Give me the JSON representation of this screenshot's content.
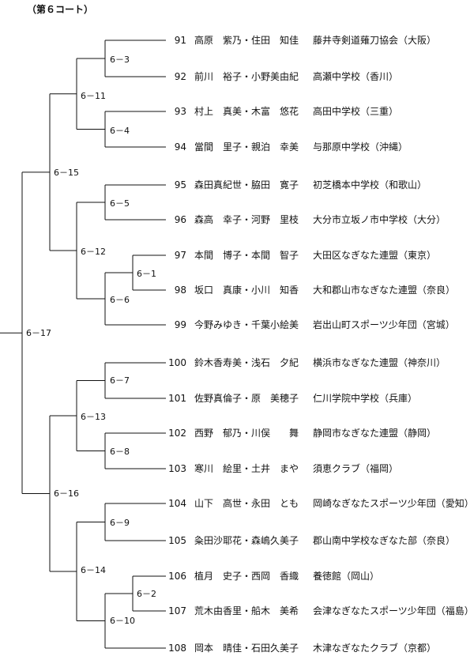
{
  "court_title": "（第６コート）",
  "entries": [
    {
      "number": "91",
      "players": "高原　紫乃・住田　知佳",
      "club": "藤井寺剣道薙刀協会（大阪）"
    },
    {
      "number": "92",
      "players": "前川　裕子・小野美由紀",
      "club": "高瀬中学校（香川）"
    },
    {
      "number": "93",
      "players": "村上　真美・木富　悠花",
      "club": "高田中学校（三重）"
    },
    {
      "number": "94",
      "players": "當間　里子・親泊　幸美",
      "club": "与那原中学校（沖縄）"
    },
    {
      "number": "95",
      "players": "森田真紀世・脇田　寛子",
      "club": "初芝橋本中学校（和歌山）"
    },
    {
      "number": "96",
      "players": "森高　幸子・河野　里枝",
      "club": "大分市立坂ノ市中学校（大分）"
    },
    {
      "number": "97",
      "players": "本間　博子・本間　智子",
      "club": "大田区なぎなた連盟（東京）"
    },
    {
      "number": "98",
      "players": "坂口　真康・小川　知香",
      "club": "大和郡山市なぎなた連盟（奈良）"
    },
    {
      "number": "99",
      "players": "今野みゆき・千葉小絵美",
      "club": "岩出山町スポーツ少年団（宮城）"
    },
    {
      "number": "100",
      "players": "鈴木香寿美・浅石　夕紀",
      "club": "横浜市なぎなた連盟（神奈川）"
    },
    {
      "number": "101",
      "players": "佐野真倫子・原　美穂子",
      "club": "仁川学院中学校（兵庫）"
    },
    {
      "number": "102",
      "players": "西野　郁乃・川俣　　舞",
      "club": "静岡市なぎなた連盟（静岡）"
    },
    {
      "number": "103",
      "players": "寒川　絵里・土井　まや",
      "club": "須恵クラブ（福岡）"
    },
    {
      "number": "104",
      "players": "山下　高世・永田　とも",
      "club": "岡崎なぎなたスポーツ少年団（愛知）"
    },
    {
      "number": "105",
      "players": "粂田沙耶花・森嶋久美子",
      "club": "郡山南中学校なぎなた部（奈良）"
    },
    {
      "number": "106",
      "players": "植月　史子・西岡　香織",
      "club": "養徳館（岡山）"
    },
    {
      "number": "107",
      "players": "荒木由香里・船木　美希",
      "club": "会津なぎなたスポーツ少年団（福島）"
    },
    {
      "number": "108",
      "players": "岡本　晴佳・石田久美子",
      "club": "木津なぎなたクラブ（京都）"
    }
  ],
  "matches": [
    {
      "id": "m1",
      "label": "6－1"
    },
    {
      "id": "m2",
      "label": "6－2"
    },
    {
      "id": "m3",
      "label": "6－3"
    },
    {
      "id": "m4",
      "label": "6－4"
    },
    {
      "id": "m5",
      "label": "6－5"
    },
    {
      "id": "m6",
      "label": "6－6"
    },
    {
      "id": "m7",
      "label": "6－7"
    },
    {
      "id": "m8",
      "label": "6－8"
    },
    {
      "id": "m9",
      "label": "6－9"
    },
    {
      "id": "m10",
      "label": "6－10"
    },
    {
      "id": "m11",
      "label": "6－11"
    },
    {
      "id": "m12",
      "label": "6－12"
    },
    {
      "id": "m13",
      "label": "6－13"
    },
    {
      "id": "m14",
      "label": "6－14"
    },
    {
      "id": "m15",
      "label": "6－15"
    },
    {
      "id": "m16",
      "label": "6－16"
    },
    {
      "id": "m17",
      "label": "6－17"
    }
  ]
}
